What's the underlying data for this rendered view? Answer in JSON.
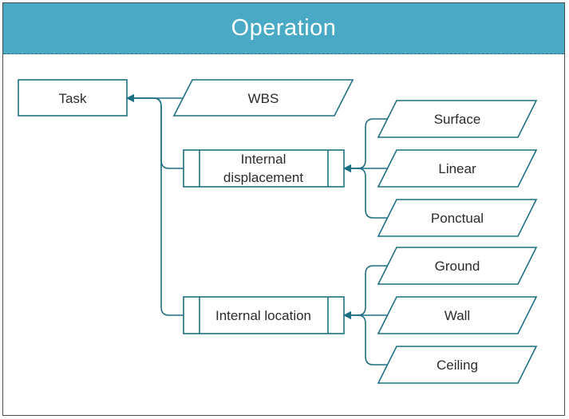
{
  "title": "Operation",
  "nodes": {
    "task": "Task",
    "wbs": "WBS",
    "internal_displacement": [
      "Internal",
      "displacement"
    ],
    "surface": "Surface",
    "linear": "Linear",
    "ponctual": "Ponctual",
    "internal_location": "Internal location",
    "ground": "Ground",
    "wall": "Wall",
    "ceiling": "Ceiling"
  },
  "colors": {
    "header": "#4aaac6",
    "stroke": "#1f6f82",
    "text": "#2b2b2b"
  }
}
